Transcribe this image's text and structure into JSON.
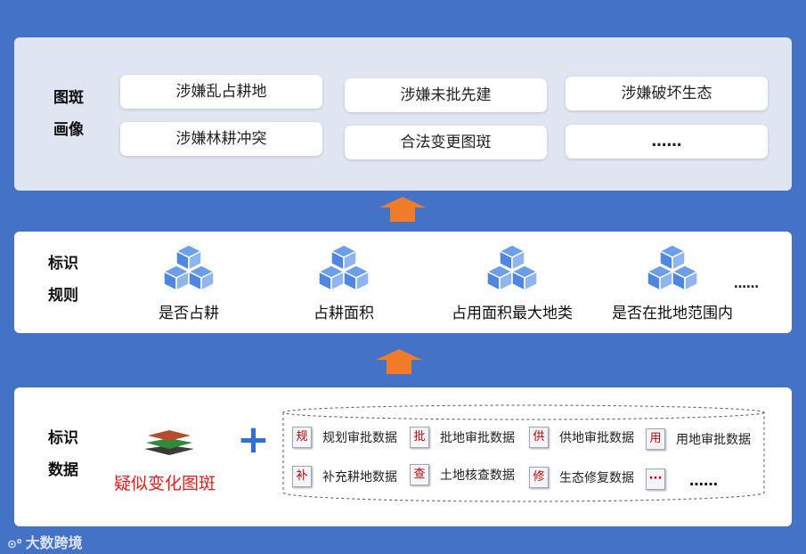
{
  "top_panel": {
    "side_label": [
      "图斑",
      "画像"
    ],
    "pills": [
      "涉嫌乱占耕地",
      "涉嫌未批先建",
      "涉嫌破坏生态",
      "涉嫌林耕冲突",
      "合法变更图斑",
      "……"
    ]
  },
  "mid_panel": {
    "side_label": [
      "标识",
      "规则"
    ],
    "rules": [
      "是否占耕",
      "占耕面积",
      "占用面积最大地类",
      "是否在批地范围内"
    ],
    "more": "……"
  },
  "bottom_panel": {
    "side_label": [
      "标识",
      "数据"
    ],
    "suspect": "疑似变化图斑",
    "plus": "+",
    "chips": [
      {
        "icon": "规",
        "label": "规划审批数据"
      },
      {
        "icon": "批",
        "label": "批地审批数据"
      },
      {
        "icon": "供",
        "label": "供地审批数据"
      },
      {
        "icon": "用",
        "label": "用地审批数据"
      },
      {
        "icon": "补",
        "label": "补充耕地数据"
      },
      {
        "icon": "查",
        "label": "土地核查数据"
      },
      {
        "icon": "修",
        "label": "生态修复数据"
      },
      {
        "icon": "···",
        "label": ""
      }
    ],
    "more": "……"
  },
  "watermark": "大数跨境",
  "colors": {
    "background": "#4472c4",
    "top_panel": "#dfe5f1",
    "arrow": "#f07c2a",
    "cube": "#6d9eeb",
    "red_text": "#e02020"
  }
}
